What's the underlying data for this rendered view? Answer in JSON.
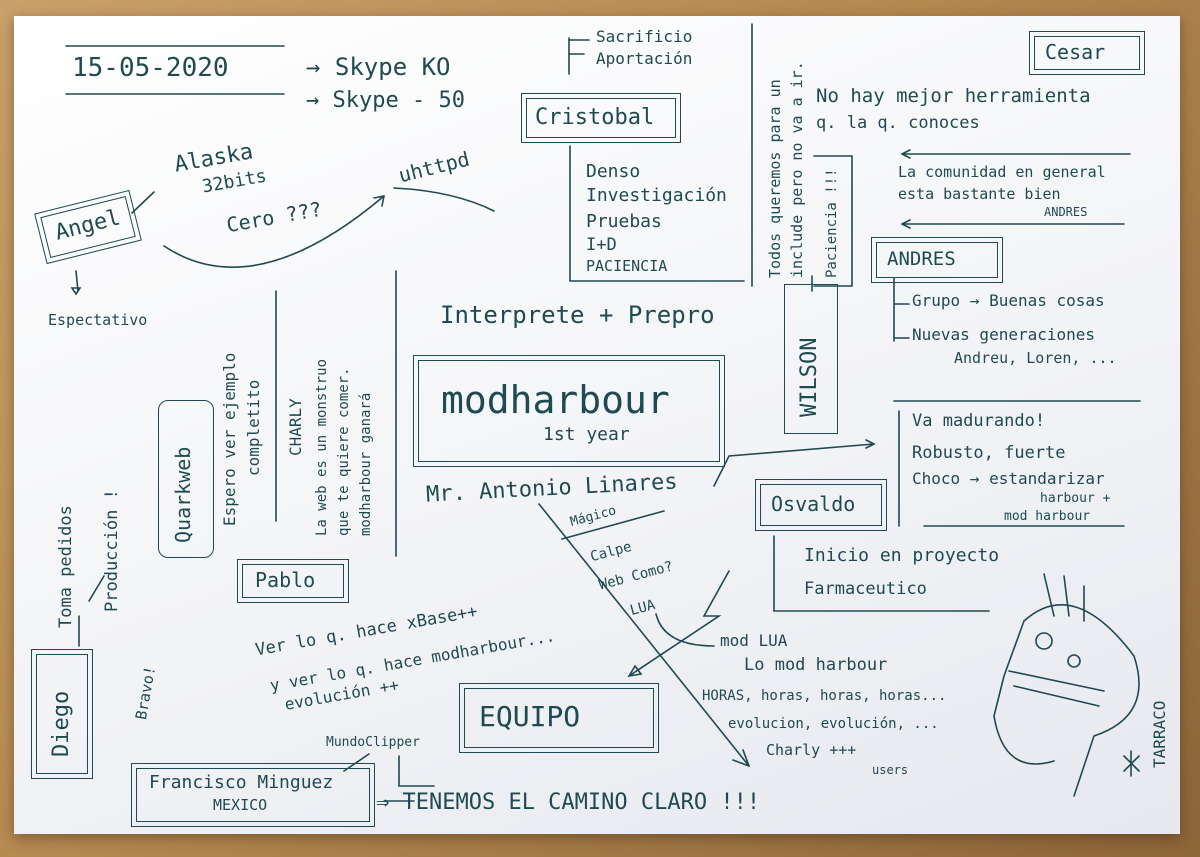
{
  "date": {
    "label": "15-05-2020",
    "skype_ko": "→ Skype KO",
    "skype_50": "→ Skype - 50"
  },
  "sacrificio": {
    "line1": "Sacrificio",
    "line2": "Aportación"
  },
  "cristobal": {
    "name": "Cristobal",
    "items": [
      "Denso",
      "Investigación",
      "Pruebas",
      "I+D",
      "PACIENCIA"
    ]
  },
  "include_note": {
    "line1": "Todos queremos para un",
    "line2": "include pero no va a ir.",
    "line3": "Paciencia !!!"
  },
  "cesar": {
    "name": "Cesar",
    "line1": "No hay mejor herramienta",
    "line2": "q. la q. conoces",
    "line3": "La comunidad en general",
    "line4": "esta bastante bien",
    "sign": "ANDRES"
  },
  "andres": {
    "name": "ANDRES",
    "line1": "Grupo → Buenas cosas",
    "line2": "Nuevas generaciones",
    "line3": "Andreu, Loren, ..."
  },
  "angel": {
    "name": "Angel",
    "alaska": "Alaska",
    "bits": "32bits",
    "cero": "Cero ???",
    "uhttpd": "uhttpd",
    "espectativo": "Espectativo"
  },
  "interprete": {
    "label": "Interprete + Prepro"
  },
  "wilson": {
    "name": "WILSON"
  },
  "modharbour": {
    "title": "modharbour",
    "subtitle": "1st year"
  },
  "linares": {
    "label": "Mr. Antonio Linares"
  },
  "osvaldo": {
    "name": "Osvaldo",
    "line1": "Va madurando!",
    "line2": "Robusto, fuerte",
    "line3": "Choco → estandarizar",
    "line4": "harbour +",
    "line5": "mod harbour",
    "line6": "Inicio en proyecto",
    "line7": "Farmaceutico"
  },
  "quarkify": {
    "name": "Quarkweb",
    "line1": "Espero ver ejemplo",
    "line2": "completito"
  },
  "charly": {
    "name": "CHARLY",
    "line1": "La web es un monstruo",
    "line2": "que te quiere comer.",
    "line3": "modharbour ganará"
  },
  "diego": {
    "name": "Diego",
    "line1": "Toma pedidos",
    "line2": "Producción !",
    "bravo": "Bravo!"
  },
  "pablo": {
    "name": "Pablo",
    "line1": "Ver lo q. hace xBase++",
    "line2": "y ver lo q. hace modharbour...",
    "line3": "evolución ++"
  },
  "branch": {
    "magico": "Mágico",
    "calpe": "Calpe",
    "web_como": "Web Como?",
    "lua": "LUA"
  },
  "equipo": {
    "label": "EQUIPO"
  },
  "results": {
    "line1": "mod LUA",
    "line2": "Lo mod harbour",
    "line3": "HORAS, horas, horas, horas...",
    "line4": "evolucion, evolución, ...",
    "line5": "Charly +++",
    "line6": "users"
  },
  "francisco": {
    "name": "Francisco Minguez",
    "country": "MEXICO",
    "mundoclipper": "MundoClipper"
  },
  "conclusion": {
    "label": "⇒ TENEMOS EL CAMINO CLARO !!!"
  },
  "tarraco": {
    "label": "TARRACO"
  }
}
